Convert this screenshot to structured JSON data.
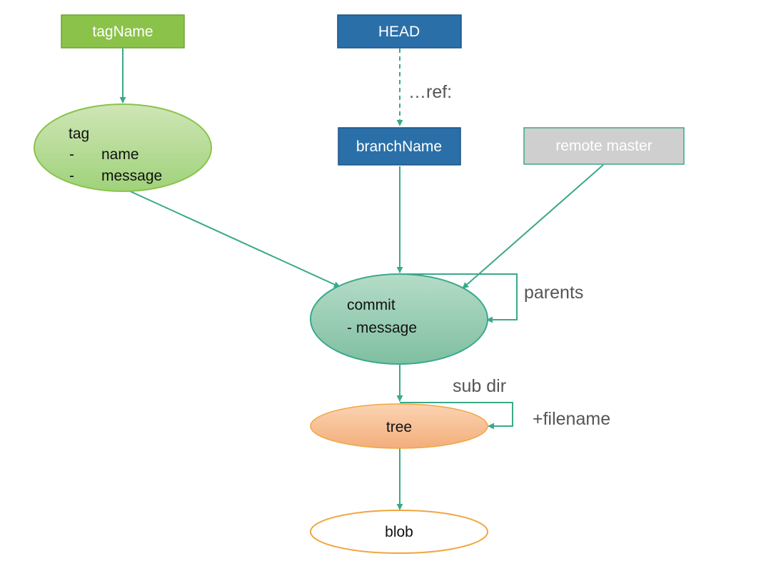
{
  "colors": {
    "tag_green": "#8bc34a",
    "head_blue": "#2a6fa8",
    "remote_gray": "#cfcfcf",
    "commit_teal": "#8cc5a9",
    "tree_orange": "#f6b98a",
    "blob_outline": "#f0a640",
    "arrow_teal": "#3aa98a"
  },
  "nodes": {
    "tag_name": {
      "label": "tagName"
    },
    "head": {
      "label": "HEAD"
    },
    "branch_name": {
      "label": "branchName"
    },
    "remote_master": {
      "label": "remote master"
    },
    "tag": {
      "title": "tag",
      "items": [
        {
          "bullet": "-",
          "text": "name"
        },
        {
          "bullet": "-",
          "text": "message"
        }
      ]
    },
    "commit": {
      "title": "commit",
      "detail": "- message"
    },
    "tree": {
      "label": "tree"
    },
    "blob": {
      "label": "blob"
    }
  },
  "edge_labels": {
    "ref": "…ref:",
    "parents": "parents",
    "sub_dir": "sub dir",
    "filename": "+filename"
  }
}
